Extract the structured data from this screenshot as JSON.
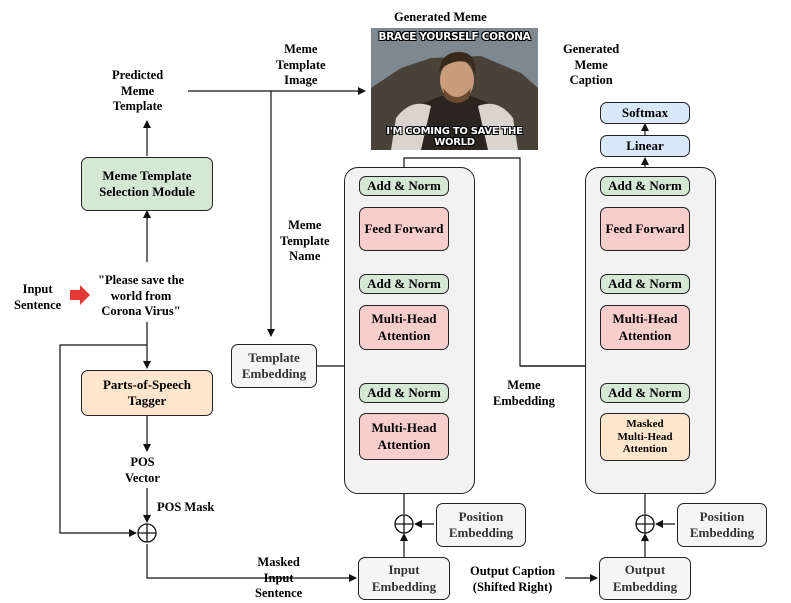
{
  "labels": {
    "generated_meme": "Generated Meme",
    "meme_template_image": [
      "Meme",
      "Template",
      "Image"
    ],
    "generated_meme_caption": [
      "Generated",
      "Meme",
      "Caption"
    ],
    "predicted_meme_template": [
      "Predicted",
      "Meme",
      "Template"
    ],
    "meme_template_name": [
      "Meme",
      "Template",
      "Name"
    ],
    "input_sentence": [
      "Input",
      "Sentence"
    ],
    "input_quote": [
      "\"Please save the",
      "world from",
      "Corona Virus\""
    ],
    "pos_vector": [
      "POS",
      "Vector"
    ],
    "pos_mask": "POS Mask",
    "masked_input_sentence": [
      "Masked",
      "Input",
      "Sentence"
    ],
    "meme_embedding": [
      "Meme",
      "Embedding"
    ],
    "output_caption": [
      "Output Caption",
      "(Shifted Right)"
    ]
  },
  "meme_image": {
    "top_caption": "BRACE YOURSELF CORONA",
    "bottom_caption": "I'M COMING TO SAVE THE WORLD"
  },
  "boxes": {
    "selection_module": [
      "Meme Template",
      "Selection Module"
    ],
    "pos_tagger": [
      "Parts-of-Speech",
      "Tagger"
    ],
    "template_embedding": [
      "Template",
      "Embedding"
    ],
    "input_embedding": [
      "Input",
      "Embedding"
    ],
    "output_embedding": [
      "Output",
      "Embedding"
    ],
    "position_embedding": [
      "Position",
      "Embedding"
    ],
    "add_norm": "Add & Norm",
    "feed_forward": "Feed Forward",
    "multi_head_attention": [
      "Multi-Head",
      "Attention"
    ],
    "masked_attention": [
      "Masked",
      "Multi-Head",
      "Attention"
    ],
    "linear": "Linear",
    "softmax": "Softmax"
  },
  "colors": {
    "green": "#d5e8d4",
    "pink": "#f8cecc",
    "peach": "#ffe6cc",
    "blue": "#dae8fc",
    "gray": "#f5f5f5",
    "arrow_red": "#e53935"
  },
  "icons": {
    "input_arrow": "red-right-arrow-icon",
    "sum_node": "circle-plus-icon"
  }
}
